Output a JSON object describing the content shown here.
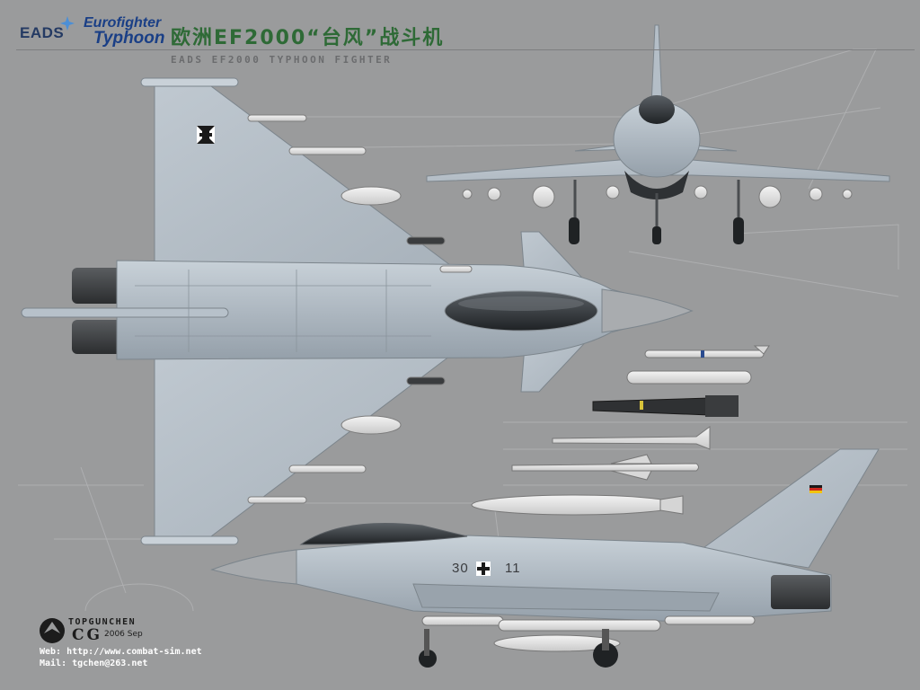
{
  "header": {
    "brand_eads": "EADS",
    "brand_eurofighter": "Eurofighter",
    "brand_typhoon": "Typhoon",
    "title": "欧洲EF2000“台风”战斗机",
    "subtitle": "EADS EF2000 TYPHOON FIGHTER"
  },
  "aircraft": {
    "side_code_left": "30",
    "side_code_right": "11"
  },
  "credits": {
    "brand": "TOPGUNCHEN",
    "cg": "CG",
    "date": "2006 Sep",
    "web": "Web: http://www.combat-sim.net",
    "mail": "Mail: tgchen@263.net"
  },
  "colors": {
    "background": "#9a9b9c",
    "airframe": "#b9c3cc",
    "canopy": "#2d3033",
    "title_green": "#2e6a36",
    "logo_blue": "#1a3f86"
  }
}
